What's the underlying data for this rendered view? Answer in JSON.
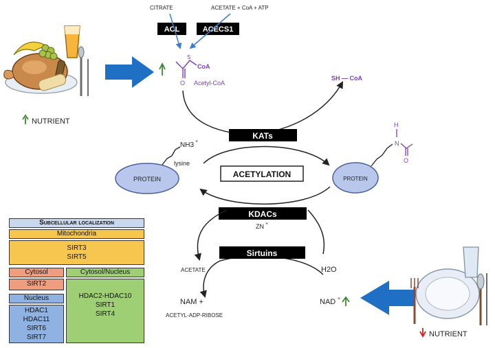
{
  "colors": {
    "big_arrow": "#1f6fc5",
    "thin_arrow": "#3d7fcf",
    "up_arrow": "#3a8a2a",
    "down_arrow": "#d42020",
    "purple": "#7a3db8",
    "protein_fill": "#b9c7ec",
    "protein_stroke": "#4b5f9c",
    "black_box": "#000000",
    "mito": "#f6c64e",
    "cytosol": "#ee9e7e",
    "nucleus": "#8fb2e2",
    "cyto_nucleus": "#9fcf75",
    "localization_header": "#c9d8ee"
  },
  "inputs": {
    "citrate": "CITRATE",
    "acetate_coa_atp": "ACETATE + CoA + ATP",
    "acl": "ACL",
    "acecs1": "ACECS1"
  },
  "acetyl_coa": {
    "label": "Acetyl-CoA",
    "s": "S",
    "coa": "CoA",
    "o": "O"
  },
  "sh_coa": "SH — CoA",
  "nutrient_up": "NUTRIENT",
  "nutrient_down": "NUTRIENT",
  "enzymes": {
    "kats": "KATs",
    "kdacs": "KDACs",
    "sirtuins": "Sirtuins",
    "zn": "ZN",
    "zn_sup": "+"
  },
  "acetylation": "ACETYLATION",
  "protein_left": {
    "label": "PROTEIN",
    "nh3": "NH3",
    "nh3_sup": "+",
    "lysine": "lysine"
  },
  "protein_right": {
    "label": "PROTEIN",
    "h": "H",
    "n": "N",
    "o": "O"
  },
  "sirtuin_products": {
    "acetate": "ACETATE",
    "nam": "NAM +",
    "adp_ribose": "ACETYL-ADP-RIBOSE",
    "water": "H2O",
    "nad": "NAD",
    "nad_sup": "+"
  },
  "localization": {
    "title": "Subcellular localization",
    "mitochondria": "Mitochondria",
    "mito_items": [
      "SIRT3",
      "SIRT5"
    ],
    "cytosol": "Cytosol",
    "cytosol_items": [
      "SIRT2"
    ],
    "cyto_nucleus": "Cytosol/Nucleus",
    "cyto_nucleus_items": [
      "HDAC2-HDAC10",
      "SIRT1",
      "SIRT4"
    ],
    "nucleus": "Nucleus",
    "nucleus_items": [
      "HDAC1",
      "HDAC11",
      "SIRT6",
      "SIRT7"
    ]
  }
}
